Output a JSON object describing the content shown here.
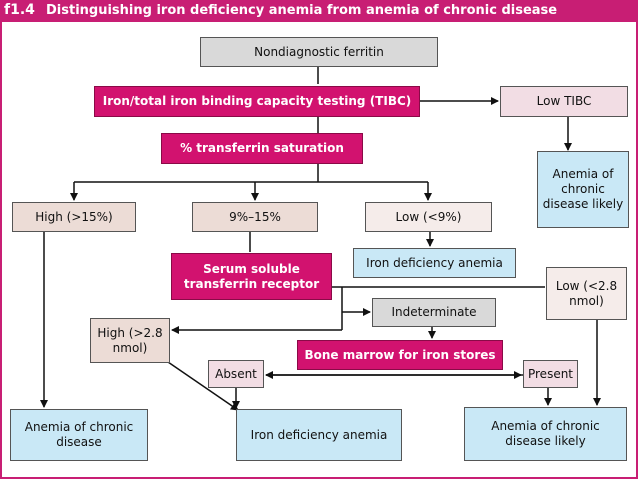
{
  "figure": {
    "number": "f1.4",
    "title": "Distinguishing iron deficiency anemia from anemia of chronic disease"
  },
  "nodes": {
    "nondiagnostic_ferritin": "Nondiagnostic ferritin",
    "tibc_testing": "Iron/total iron binding capacity testing (TIBC)",
    "low_tibc": "Low TIBC",
    "anemia_chronic_likely_right": "Anemia of chronic disease likely",
    "transferrin_saturation": "% transferrin saturation",
    "high_15": "High (>15%)",
    "range_9_15": "9%–15%",
    "low_9": "Low (<9%)",
    "iron_def_anemia_mid": "Iron deficiency anemia",
    "serum_soluble_receptor": "Serum soluble transferrin receptor",
    "low_2_8": "Low (<2.8 nmol)",
    "indeterminate": "Indeterminate",
    "high_2_8": "High (>2.8 nmol)",
    "bone_marrow": "Bone marrow for iron stores",
    "absent": "Absent",
    "present": "Present",
    "anemia_chronic_bottom_left": "Anemia of chronic disease",
    "iron_def_anemia_bottom": "Iron deficiency anemia",
    "anemia_chronic_likely_bottom_right": "Anemia of chronic disease likely"
  },
  "colors": {
    "accent": "#c81e74",
    "decision": "#d2126f",
    "neutral": "#d9d9d9",
    "outcome": "#c9e8f6",
    "result": "#ecdcd6"
  }
}
